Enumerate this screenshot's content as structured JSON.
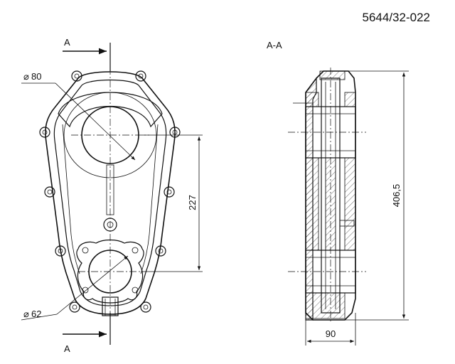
{
  "drawing_number": "5644/32-022",
  "section_name": "A-A",
  "section_marker_top": "A",
  "section_marker_bottom": "A",
  "dimensions": {
    "upper_bore": "80",
    "lower_bore": "62",
    "center_distance": "227",
    "overall_height": "406,5",
    "width": "90"
  }
}
